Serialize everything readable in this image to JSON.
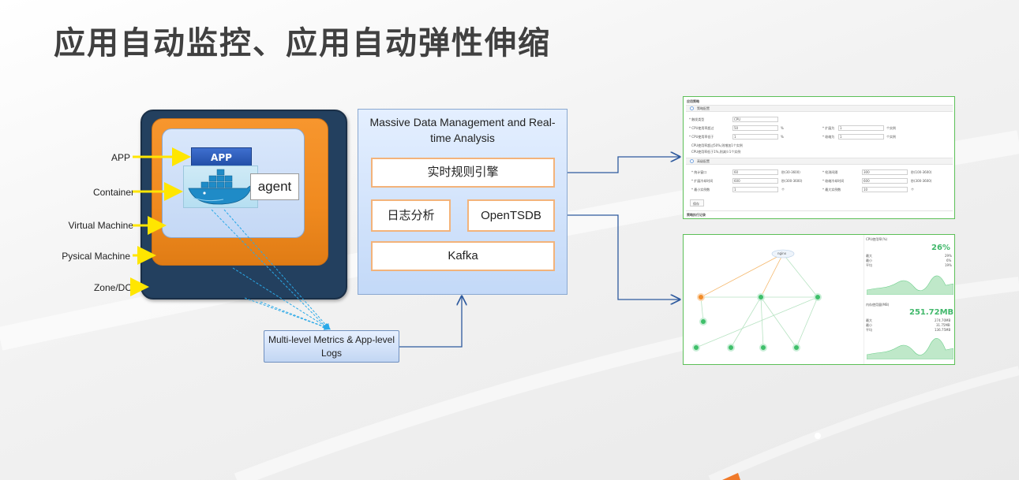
{
  "title": "应用自动监控、应用自动弹性伸缩",
  "layers": {
    "app": "APP",
    "container": "Container",
    "vm": "Virtual Machine",
    "physical": "Pysical Machine",
    "zone": "Zone/DC"
  },
  "app_badge": "APP",
  "agent_label": "agent",
  "panel": {
    "title": "Massive Data Management and Real-time Analysis",
    "rule_engine": "实时规则引擎",
    "log_analysis": "日志分析",
    "opentsdb": "OpenTSDB",
    "kafka": "Kafka"
  },
  "metrics_box": "Multi-level Metrics & App-level Logs",
  "colors": {
    "arrow_yellow": "#ffe600",
    "arrow_blue": "#2e5a9e",
    "dash_cyan": "#2aa9e8",
    "screenshot_border": "#5cbf57",
    "zone_box": "#23405f",
    "physical_box": "#f08a1f"
  },
  "icons": {
    "docker": "docker-whale-icon"
  },
  "screenshot1": {
    "heading": "应用策略",
    "section1": "策略配置",
    "r1_label": "* 触发类型",
    "r1_value": "CPU",
    "r2_label": "* CPU使用率超过",
    "r2_value": "50",
    "r2_unit": "%",
    "r2b_label": "* 扩展为",
    "r2b_value": "1",
    "r2b_unit": "个实例",
    "r3_label": "* CPU使用率低于",
    "r3_value": "1",
    "r3_unit": "%",
    "r3b_label": "* 收缩为",
    "r3b_value": "1",
    "r3b_unit": "个实例",
    "note1": "CPU使用率超过50%,则增加1个实例",
    "note2": "CPU使用率低于1%,则减少1个实例",
    "section2": "高级配置",
    "a1_label": "* 统计窗口",
    "a1_value": "60",
    "a1_unit": "秒(30-3600)",
    "a1b_label": "* 检测间隔",
    "a1b_value": "300",
    "a1b_unit": "秒(100-3600)",
    "a2_label": "* 扩展冷却时间",
    "a2_value": "600",
    "a2_unit": "秒(300-3600)",
    "a2b_label": "* 收缩冷却时间",
    "a2b_value": "600",
    "a2b_unit": "秒(300-3600)",
    "a3_label": "* 最小实例数",
    "a3_value": "1",
    "a3_unit": "个",
    "a3b_label": "* 最大实例数",
    "a3b_value": "10",
    "a3b_unit": "个",
    "save": "保存",
    "footer": "策略执行记录"
  },
  "screenshot2": {
    "cpu_title": "CPU使用率(%)",
    "cpu_value": "26%",
    "cpu_max_label": "最大",
    "cpu_max": "29%",
    "cpu_min_label": "最小",
    "cpu_min": "6%",
    "cpu_avg_label": "平均",
    "cpu_avg": "19%",
    "mem_title": "内存使用量(MB)",
    "mem_value": "251.72MB",
    "mem_max_label": "最大",
    "mem_max": "274.70MB",
    "mem_min_label": "最小",
    "mem_min": "31.75MB",
    "mem_avg_label": "平均",
    "mem_avg": "136.75MB",
    "root_node": "nginx"
  }
}
